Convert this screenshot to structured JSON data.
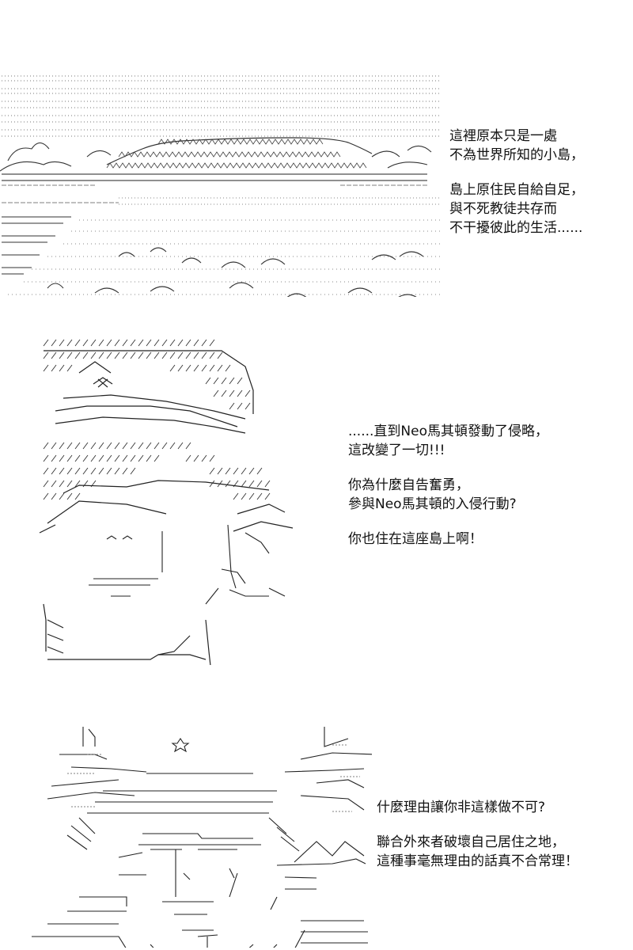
{
  "panels": [
    {
      "caption": [
        "這裡原本只是一處",
        "不為世界所知的小島，",
        "",
        "島上原住民自給自足，",
        "與不死教徒共存而",
        "不干擾彼此的生活......"
      ]
    },
    {
      "caption": [
        "......直到Neo馬其頓發動了侵略，",
        "這改變了一切!!!",
        "",
        "你為什麼自告奮勇，",
        "參與Neo馬其頓的入侵行動?",
        "",
        "你也住在這座島上啊！"
      ]
    },
    {
      "caption": [
        "什麼理由讓你非這樣做不可?",
        "",
        "聯合外來者破壞自己居住之地，",
        "這種事毫無理由的話真不合常理！"
      ]
    }
  ]
}
